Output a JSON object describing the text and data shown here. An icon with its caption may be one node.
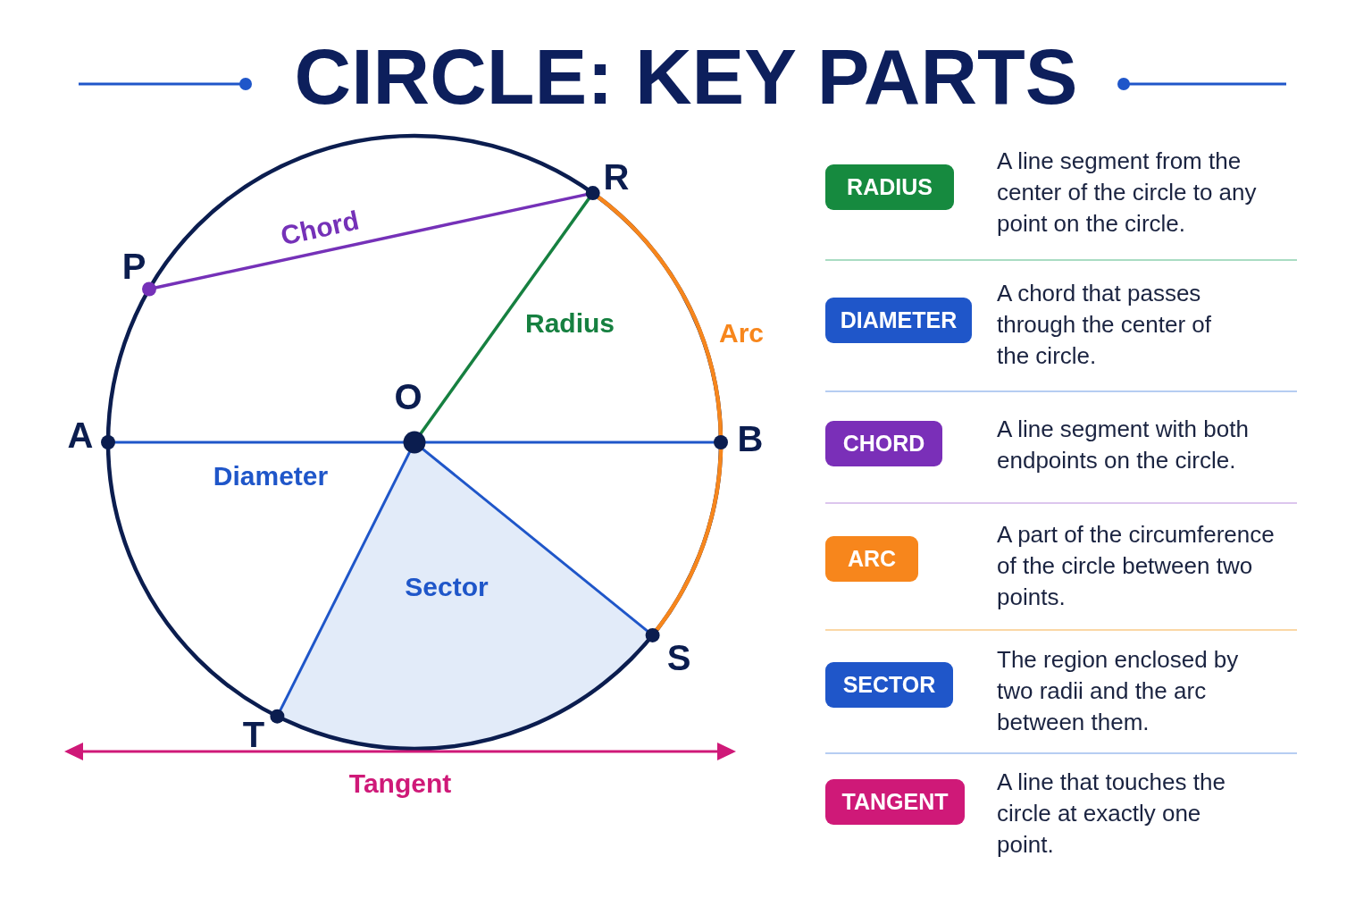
{
  "diagram": {
    "title": "CIRCLE: KEY PARTS",
    "nodes": [
      {
        "text": [
          "RADIUS"
        ],
        "beside": [
          "A line segment from the center of the circle to any point on the circle."
        ]
      },
      {
        "text": [
          "DIAMETER"
        ],
        "beside": [
          "A chord that passes through the center of the circle."
        ]
      },
      {
        "text": [
          "CHORD"
        ],
        "beside": [
          "A line segment with both endpoints on the circle."
        ]
      },
      {
        "text": [
          "ARC"
        ],
        "beside": [
          "A part of the circumference of the circle between two points."
        ]
      },
      {
        "text": [
          "SECTOR"
        ],
        "beside": [
          "The region enclosed by two radii and the arc between them."
        ]
      },
      {
        "text": [
          "TANGENT"
        ],
        "beside": [
          "A line that touches the circle at exactly one point."
        ]
      }
    ],
    "labels": [
      "R",
      "Chord",
      "P",
      "Radius",
      "Arc",
      "O",
      "A",
      "B",
      "Diameter",
      "Sector",
      "S",
      "T",
      "Tangent"
    ]
  }
}
